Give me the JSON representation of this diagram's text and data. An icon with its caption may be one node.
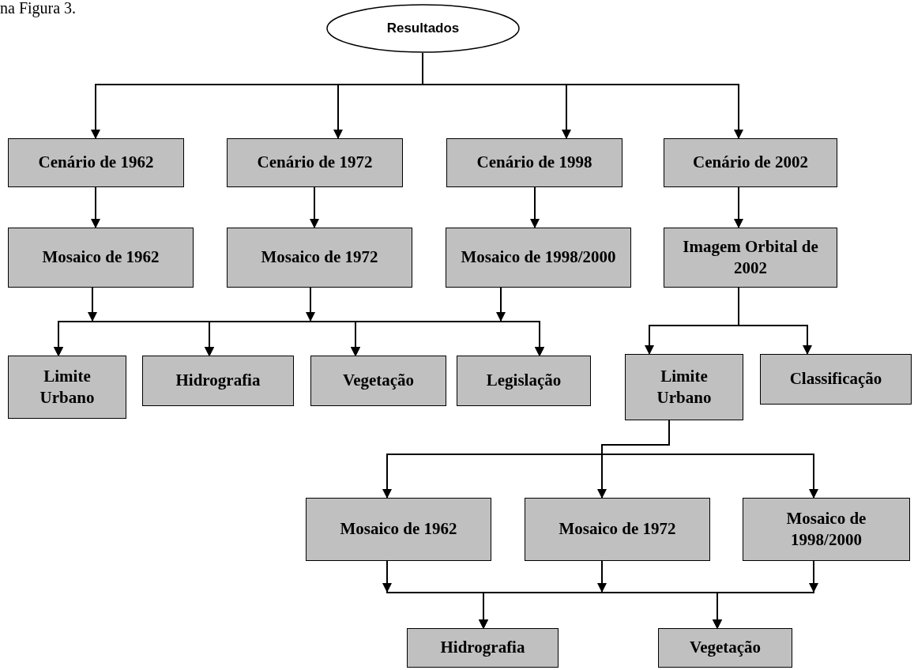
{
  "diagram": {
    "nodes": [
      {
        "text": [
          "Resultados"
        ]
      },
      {
        "text": [
          "Cenário de 1962"
        ]
      },
      {
        "text": [
          "Cenário de 1972"
        ]
      },
      {
        "text": [
          "Cenário de 1998"
        ]
      },
      {
        "text": [
          "Cenário de 2002"
        ]
      },
      {
        "text": [
          "Mosaico de 1962"
        ]
      },
      {
        "text": [
          "Mosaico de 1972"
        ]
      },
      {
        "text": [
          "Mosaico de 1998/2000"
        ]
      },
      {
        "text": [
          "Imagem Orbital de 2002"
        ]
      },
      {
        "text": [
          "Limite Urbano"
        ]
      },
      {
        "text": [
          "Hidrografia"
        ]
      },
      {
        "text": [
          "Vegetação"
        ]
      },
      {
        "text": [
          "Legislação"
        ]
      },
      {
        "text": [
          "Limite Urbano"
        ]
      },
      {
        "text": [
          "Classificação"
        ]
      },
      {
        "text": [
          "Mosaico de 1962"
        ]
      },
      {
        "text": [
          "Mosaico de 1972"
        ]
      },
      {
        "text": [
          "Mosaico de 1998/2000"
        ]
      },
      {
        "text": [
          "Hidrografia"
        ]
      },
      {
        "text": [
          "Vegetação"
        ]
      }
    ],
    "edges": [
      {
        "from": 0,
        "to": 1,
        "arrow": "to"
      },
      {
        "from": 0,
        "to": 2,
        "arrow": "to"
      },
      {
        "from": 0,
        "to": 3,
        "arrow": "to"
      },
      {
        "from": 0,
        "to": 4,
        "arrow": "to"
      },
      {
        "from": 1,
        "to": 5,
        "arrow": "to"
      },
      {
        "from": 2,
        "to": 6,
        "arrow": "to"
      },
      {
        "from": 3,
        "to": 7,
        "arrow": "to"
      },
      {
        "from": 4,
        "to": 8,
        "arrow": "to"
      },
      {
        "from": 5,
        "to": 9,
        "arrow": "to"
      },
      {
        "from": 5,
        "to": 10,
        "arrow": "to"
      },
      {
        "from": 5,
        "to": 11,
        "arrow": "to"
      },
      {
        "from": 5,
        "to": 12,
        "arrow": "to"
      },
      {
        "from": 6,
        "to": 9,
        "arrow": "to"
      },
      {
        "from": 6,
        "to": 10,
        "arrow": "to"
      },
      {
        "from": 6,
        "to": 11,
        "arrow": "to"
      },
      {
        "from": 6,
        "to": 12,
        "arrow": "to"
      },
      {
        "from": 7,
        "to": 9,
        "arrow": "to"
      },
      {
        "from": 7,
        "to": 10,
        "arrow": "to"
      },
      {
        "from": 7,
        "to": 11,
        "arrow": "to"
      },
      {
        "from": 7,
        "to": 12,
        "arrow": "to"
      },
      {
        "from": 8,
        "to": 13,
        "arrow": "to"
      },
      {
        "from": 8,
        "to": 14,
        "arrow": "to"
      },
      {
        "from": 13,
        "to": 15,
        "arrow": "to"
      },
      {
        "from": 13,
        "to": 16,
        "arrow": "to"
      },
      {
        "from": 13,
        "to": 17,
        "arrow": "to"
      },
      {
        "from": 15,
        "to": 18,
        "arrow": "to"
      },
      {
        "from": 15,
        "to": 19,
        "arrow": "to"
      },
      {
        "from": 16,
        "to": 18,
        "arrow": "to"
      },
      {
        "from": 16,
        "to": 19,
        "arrow": "to"
      },
      {
        "from": 17,
        "to": 18,
        "arrow": "to"
      },
      {
        "from": 17,
        "to": 19,
        "arrow": "to"
      }
    ],
    "labels": [
      "na Figura 3."
    ]
  }
}
